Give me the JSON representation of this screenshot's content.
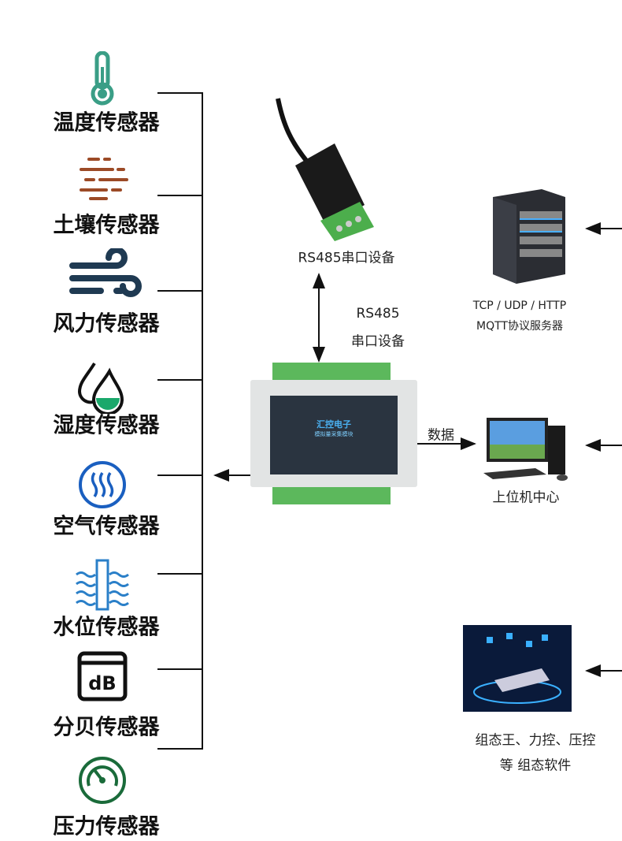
{
  "sensors": [
    {
      "label": "温度传感器",
      "icon": "thermometer-icon"
    },
    {
      "label": "土壤传感器",
      "icon": "soil-icon"
    },
    {
      "label": "风力传感器",
      "icon": "wind-icon"
    },
    {
      "label": "湿度传感器",
      "icon": "humidity-drops-icon"
    },
    {
      "label": "空气传感器",
      "icon": "air-icon"
    },
    {
      "label": "水位传感器",
      "icon": "water-level-icon"
    },
    {
      "label": "分贝传感器",
      "icon": "decibel-icon"
    },
    {
      "label": "压力传感器",
      "icon": "pressure-gauge-icon"
    }
  ],
  "adapter": {
    "label": "RS485串口设备"
  },
  "link": {
    "line1": "RS485",
    "line2": "串口设备"
  },
  "module": {
    "brand": "汇控电子",
    "name": "模拟量采集模块"
  },
  "data_arrow": {
    "label": "数据"
  },
  "server": {
    "line1": "TCP / UDP / HTTP",
    "line2": "MQTT协议服务器"
  },
  "pc": {
    "label": "上位机中心"
  },
  "software": {
    "line1": "组态王、力控、压控",
    "line2": "等 组态软件"
  },
  "colors": {
    "teal": "#3a9e86",
    "brown": "#9c4a26",
    "navy": "#1f3a52",
    "green": "#1a6b3a",
    "blue": "#1a5fc0",
    "terminal": "#5cb85c"
  }
}
